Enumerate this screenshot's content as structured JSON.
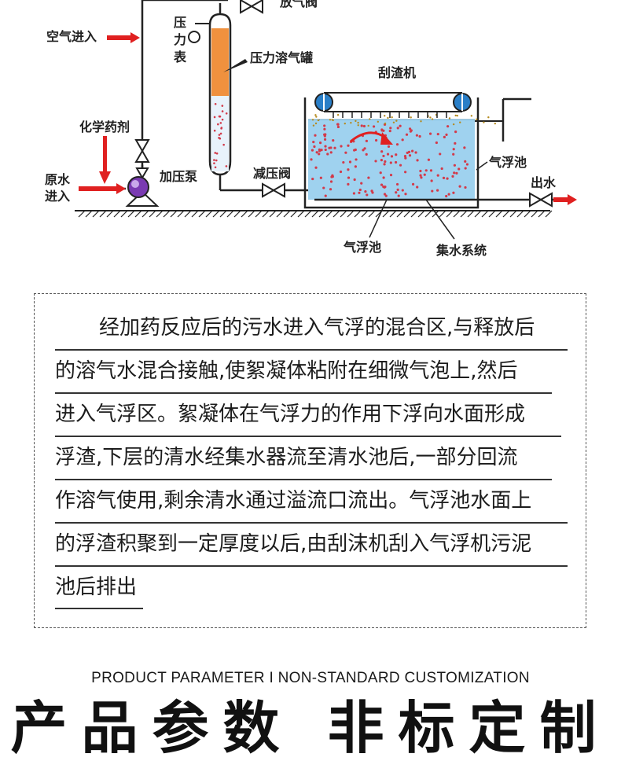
{
  "diagram": {
    "labels": {
      "vent_valve": "放气阀",
      "air_inlet": "空气进入",
      "pressure_gauge": "压力表",
      "dissolved_air_tank": "压力溶气罐",
      "scraper": "刮渣机",
      "chemical_dosing": "化学药剂",
      "booster_pump": "加压泵",
      "raw_water_inlet": "原水进入",
      "pressure_reducing_valve": "减压阀",
      "flotation_tank_right": "气浮池",
      "outlet": "出水",
      "flotation_tank_bottom": "气浮池",
      "water_collection_system": "集水系统"
    },
    "colors": {
      "water": "#9fd2ef",
      "bubbles": "#d23a4a",
      "tank_body": "#f0913e",
      "arrow": "#e02020",
      "lines": "#222222"
    }
  },
  "description": {
    "lines": [
      "经加药反应后的污水进入气浮的混合区,与释放后",
      "的溶气水混合接触,使絮凝体粘附在细微气泡上,然后",
      "进入气浮区。絮凝体在气浮力的作用下浮向水面形成",
      "浮渣,下层的清水经集水器流至清水池后,一部分回流",
      "作溶气使用,剩余清水通过溢流口流出。气浮池水面上",
      "的浮渣积聚到一定厚度以后,由刮沫机刮入气浮机污泥",
      "池后排出"
    ]
  },
  "section": {
    "subtitle": "PRODUCT PARAMETER I NON-STANDARD CUSTOMIZATION",
    "title": "产品参数 非标定制"
  }
}
